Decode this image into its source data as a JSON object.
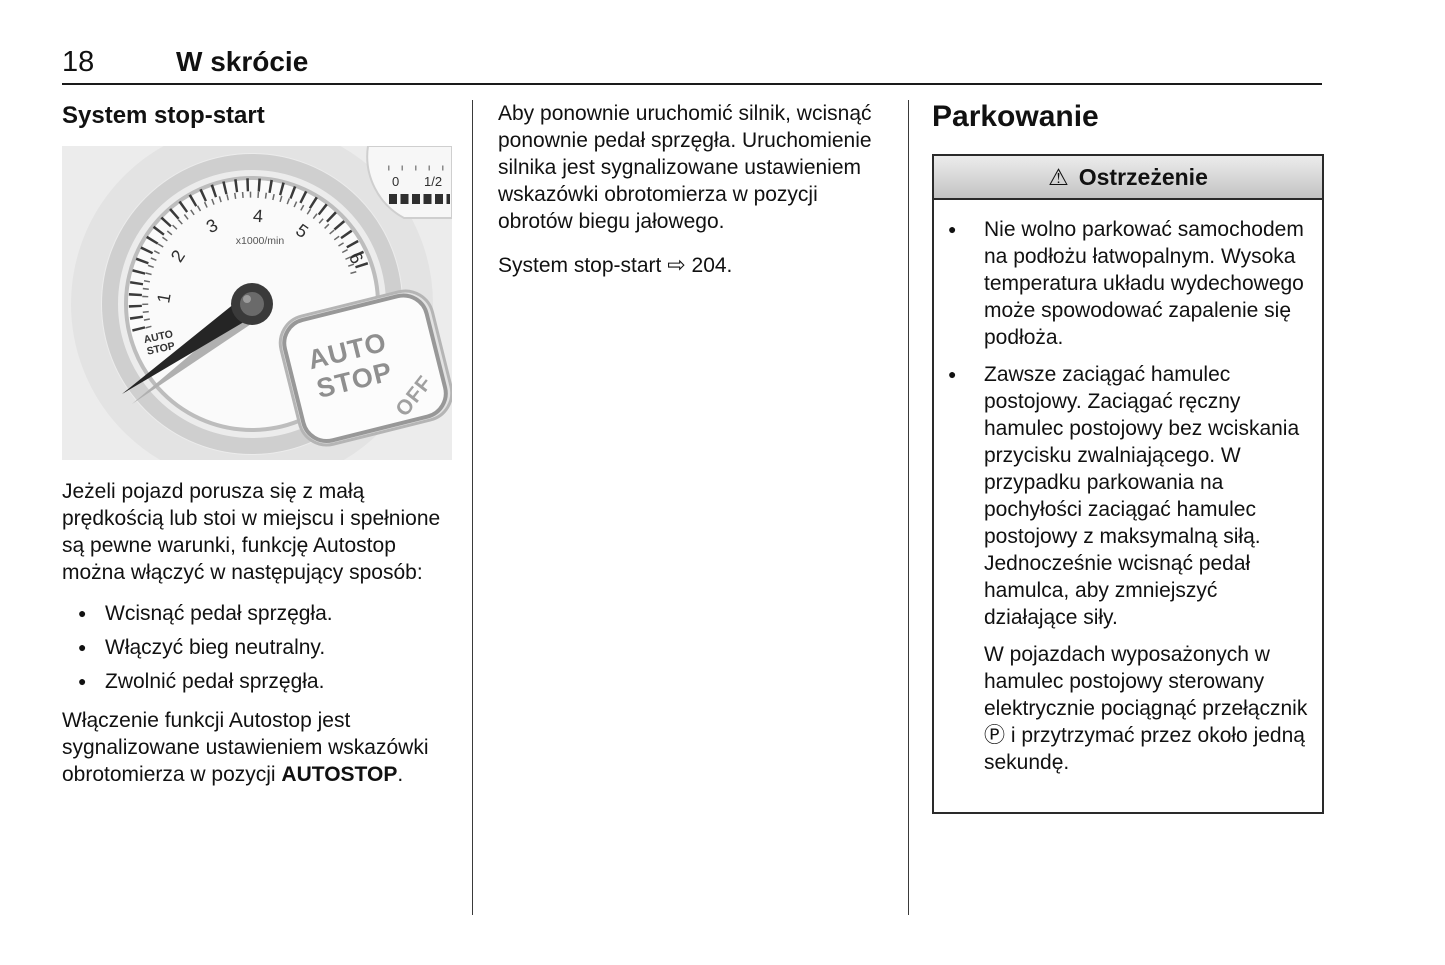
{
  "page": {
    "number": "18",
    "section": "W skrócie"
  },
  "glyphs": {
    "bullet": "●"
  },
  "col1": {
    "heading": "System stop-start",
    "figure": {
      "fuel_zero": "0",
      "fuel_half": "1/2",
      "scale_unit": "x1000/min",
      "dial_numbers": [
        "1",
        "2",
        "3",
        "4",
        "5",
        "6"
      ],
      "dial_label_line1": "AUTO",
      "dial_label_line2": "STOP",
      "button_line1": "AUTO",
      "button_line2": "STOP",
      "button_off": "OFF"
    },
    "para1": "Jeżeli pojazd porusza się z małą prędkością lub stoi w miejscu i spełnione są pewne warunki, funkcję Autostop można włączyć w następujący sposób:",
    "bullets": [
      "Wcisnąć pedał sprzęgła.",
      "Włączyć bieg neutralny.",
      "Zwolnić pedał sprzęgła."
    ],
    "para2_pre": "Włączenie funkcji Autostop jest sygnalizowane ustawieniem wskazówki obrotomierza w pozycji ",
    "para2_bold": "AUTOSTOP",
    "para2_post": "."
  },
  "col2": {
    "para1": "Aby ponownie uruchomić silnik, wcisnąć ponownie pedał sprzęgła. Uruchomienie silnika jest sygnalizowane ustawieniem wskazówki obrotomierza w pozycji obrotów biegu jałowego.",
    "ref_label": "System stop-start",
    "ref_arrow": "⇨",
    "ref_page": "204."
  },
  "col3": {
    "heading": "Parkowanie",
    "warning": {
      "icon": "⚠",
      "title": "Ostrzeżenie",
      "bullets": [
        "Nie wolno parkować samochodem na podłożu łatwopalnym. Wysoka temperatura układu wydechowego może spowodować zapalenie się podłoża.",
        "Zawsze zaciągać hamulec postojowy. Zaciągać ręczny hamulec postojowy bez wciskania przycisku zwalniającego. W przypadku parkowania na pochyłości zaciągać hamulec postojowy z maksymalną siłą. Jednocześnie wcisnąć pedał hamulca, aby zmniejszyć działające siły."
      ],
      "para_pre": "W pojazdach wyposażonych w hamulec postojowy sterowany elektrycznie pociągnąć przełącznik ",
      "para_symbol": "Ⓟ",
      "para_post": " i przytrzymać przez około jedną sekundę."
    }
  }
}
